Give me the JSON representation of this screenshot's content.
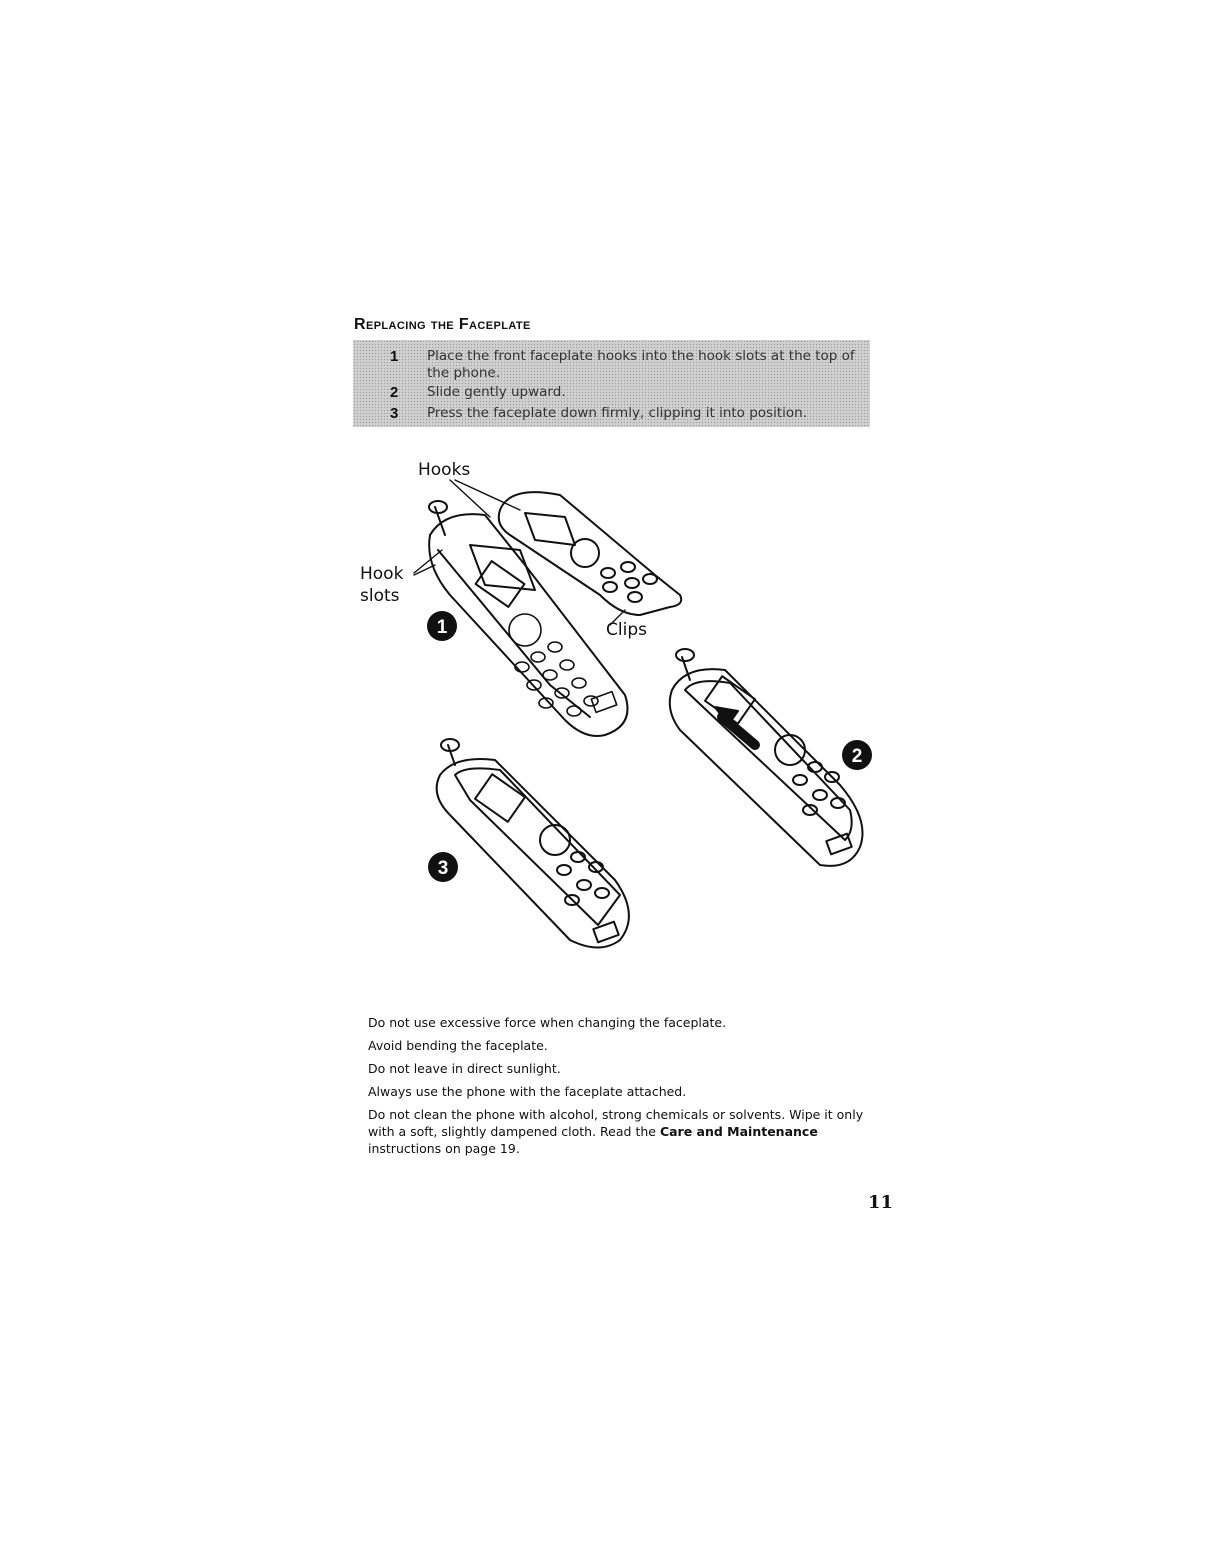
{
  "heading": "Replacing the Faceplate",
  "steps": [
    {
      "num": "1",
      "text": "Place the front faceplate hooks into the hook slots at the top of the phone."
    },
    {
      "num": "2",
      "text": "Slide gently upward."
    },
    {
      "num": "3",
      "text": "Press the faceplate down firmly, clipping it into position."
    }
  ],
  "figure": {
    "label_hooks": "Hooks",
    "label_hook_slots": "Hook\nslots",
    "label_clips": "Clips",
    "marker_1": "1",
    "marker_2": "2",
    "marker_3": "3"
  },
  "notes": {
    "n1": "Do not use excessive force when changing the faceplate.",
    "n2": "Avoid bending the faceplate.",
    "n3": "Do not leave in direct sunlight.",
    "n4": "Always use the phone with the faceplate attached.",
    "n5_part1": "Do not clean the phone with alcohol, strong chemicals or solvents. Wipe it only with a soft, slightly dampened cloth. Read the ",
    "n5_bold": "Care and Maintenance",
    "n5_part2": " instructions on page 19."
  },
  "page_number": "11"
}
